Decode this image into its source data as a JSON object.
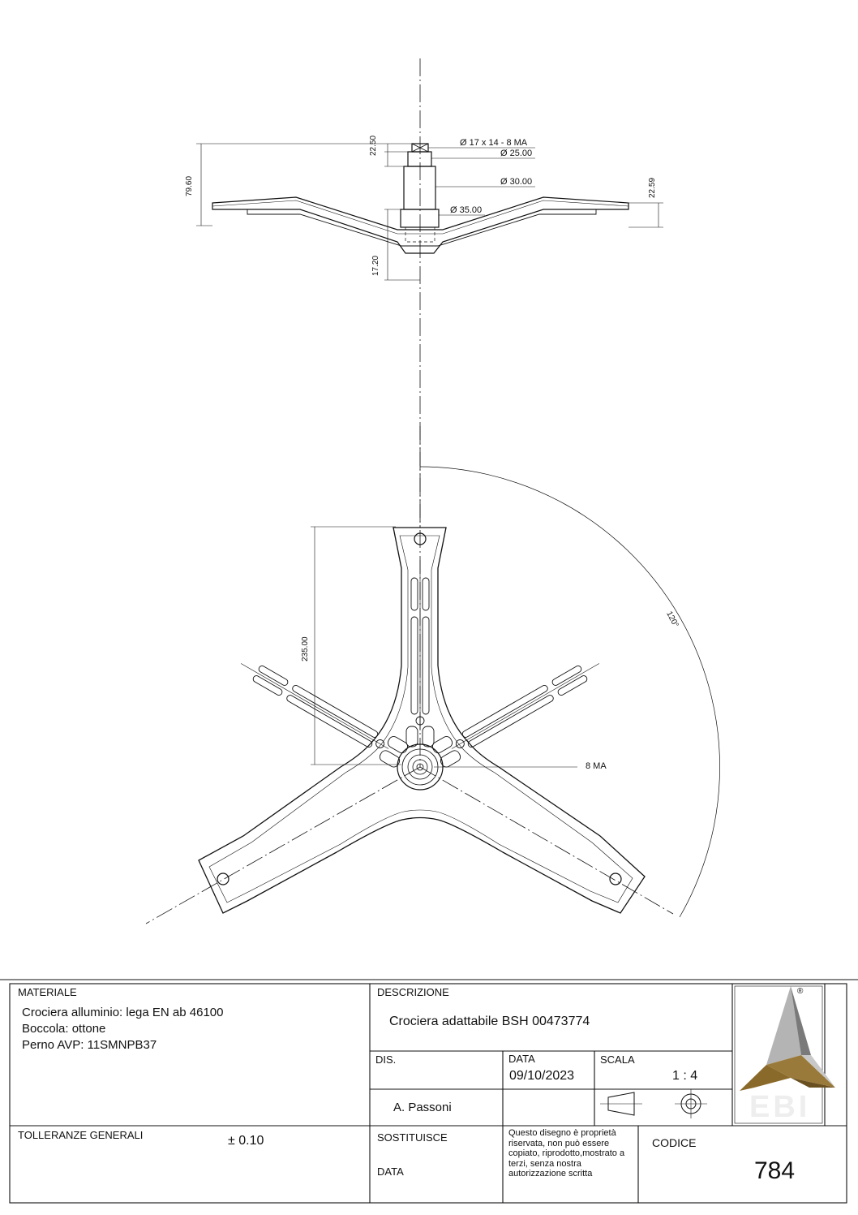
{
  "drawing": {
    "dims": {
      "thread": "Ø 17 x 14 - 8 MA",
      "d25": "Ø 25.00",
      "d30": "Ø 30.00",
      "d35": "Ø 35.00",
      "h22_50": "22.50",
      "h79_60": "79.60",
      "h22_59": "22.59",
      "h17_20": "17.20",
      "len235": "235.00",
      "angle": "120°",
      "hole": "8 MA"
    }
  },
  "title_block": {
    "materiale_label": "MATERIALE",
    "materiale_lines": [
      "Crociera alluminio: lega EN ab 46100",
      "Boccola: ottone",
      "Perno AVP: 11SMNPB37"
    ],
    "tolleranze_label": "TOLLERANZE GENERALI",
    "tolleranze_value": "± 0.10",
    "descrizione_label": "DESCRIZIONE",
    "descrizione_value": "Crociera adattabile BSH 00473774",
    "dis_label": "DIS.",
    "dis_value": "A. Passoni",
    "data_label": "DATA",
    "data_value": "09/10/2023",
    "scala_label": "SCALA",
    "scala_value": "1 : 4",
    "sostituisce_label": "SOSTITUISCE",
    "data2_label": "DATA",
    "note": "Questo disegno è proprietà riservata, non può essere copiato, riprodotto,mostrato a terzi, senza nostra autorizzazione scritta",
    "codice_label": "CODICE",
    "codice_value": "784",
    "logo_text": "EBI",
    "registered": "®"
  },
  "colors": {
    "line": "#111111",
    "logo_gray": "#9a9a9a",
    "logo_gold": "#8a6a2a"
  }
}
